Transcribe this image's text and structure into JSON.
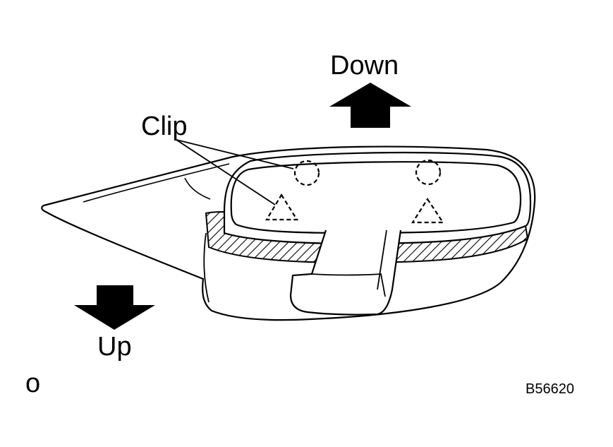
{
  "figure": {
    "labels": {
      "down": "Down",
      "clip": "Clip",
      "up": "Up",
      "corner_mark": "o",
      "figure_code": "B56620"
    }
  }
}
